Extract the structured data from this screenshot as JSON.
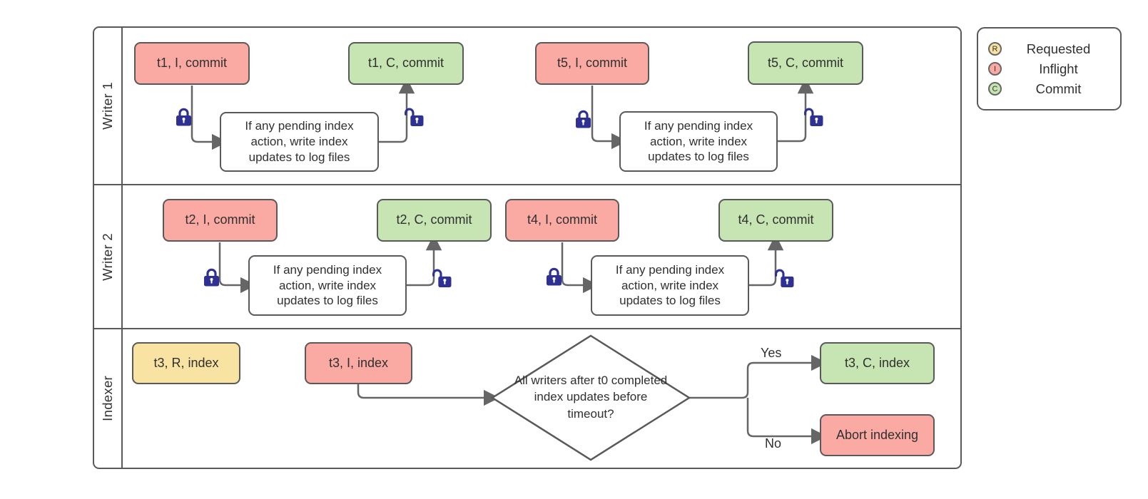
{
  "colors": {
    "requested_fill": "#f9e3a2",
    "inflight_fill": "#fbaaa3",
    "commit_fill": "#c7e5b2",
    "node_border": "#595959",
    "connector": "#666666",
    "lock": "#2e3192",
    "text": "#303030"
  },
  "icons": {
    "lock_closed": "closed-padlock",
    "lock_open": "open-padlock"
  },
  "lanes": [
    {
      "label": "Writer 1",
      "nodes": [
        {
          "label": "t1, I, commit",
          "type": "inflight"
        },
        {
          "label": "If any pending index action, write index updates to log files",
          "type": "process"
        },
        {
          "label": "t1, C, commit",
          "type": "commit"
        },
        {
          "label": "t5, I, commit",
          "type": "inflight"
        },
        {
          "label": "If any pending index action, write index updates to log files",
          "type": "process"
        },
        {
          "label": "t5, C, commit",
          "type": "commit"
        }
      ]
    },
    {
      "label": "Writer 2",
      "nodes": [
        {
          "label": "t2, I, commit",
          "type": "inflight"
        },
        {
          "label": "If any pending index action, write index updates to log files",
          "type": "process"
        },
        {
          "label": "t2, C, commit",
          "type": "commit"
        },
        {
          "label": "t4, I, commit",
          "type": "inflight"
        },
        {
          "label": "If any pending index action, write index updates to log files",
          "type": "process"
        },
        {
          "label": "t4, C, commit",
          "type": "commit"
        }
      ]
    },
    {
      "label": "Indexer",
      "nodes": [
        {
          "label": "t3, R, index",
          "type": "requested"
        },
        {
          "label": "t3, I, index",
          "type": "inflight"
        },
        {
          "label": "All writers after t0 completed index updates before timeout?",
          "type": "decision"
        },
        {
          "label": "t3, C, index",
          "type": "commit"
        },
        {
          "label": "Abort indexing",
          "type": "inflight"
        }
      ],
      "branches": {
        "yes": "Yes",
        "no": "No"
      }
    }
  ],
  "legend": {
    "items": [
      {
        "badge": "R",
        "label": "Requested"
      },
      {
        "badge": "I",
        "label": "Inflight"
      },
      {
        "badge": "C",
        "label": "Commit"
      }
    ]
  }
}
